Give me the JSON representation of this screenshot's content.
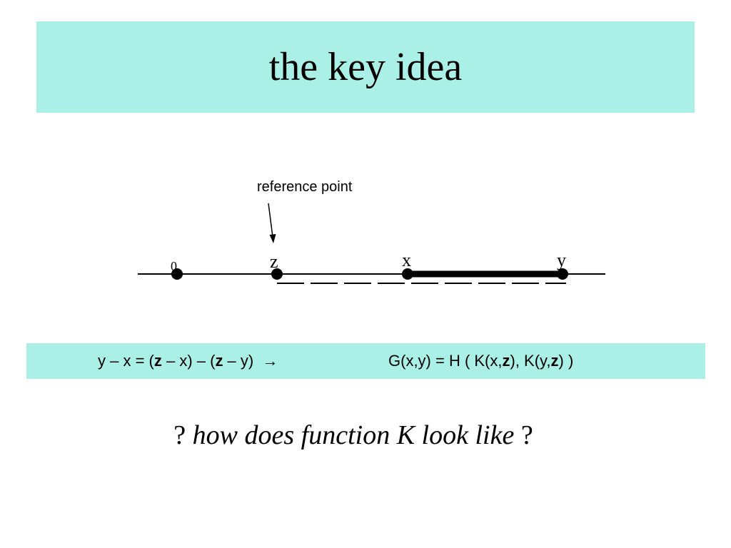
{
  "slide": {
    "title": "the key idea",
    "diagram": {
      "annotation": "reference point",
      "labels": {
        "origin": "0",
        "z": "z",
        "x": "x",
        "y": "y"
      }
    },
    "formula": {
      "left": {
        "p1": "y – x = (",
        "z1": "z",
        "p2": " – x) – (",
        "z2": "z",
        "p3": " – y)",
        "arrow": "→"
      },
      "right": {
        "p1": "G(x,y) = H ( K(x,",
        "z1": "z",
        "p2": "), K(y,",
        "z2": "z",
        "p3": ") )"
      }
    },
    "question": {
      "open": "?",
      "text": "how does function K look like",
      "close": "?"
    },
    "colors": {
      "band": "#aaf0e6",
      "ink": "#000000"
    }
  }
}
